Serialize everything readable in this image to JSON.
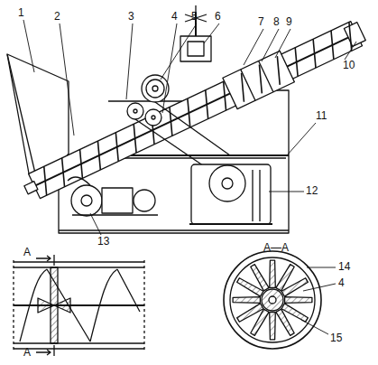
{
  "diagram": {
    "labels": [
      "1",
      "2",
      "3",
      "4",
      "5",
      "6",
      "7",
      "8",
      "9",
      "10",
      "11",
      "12",
      "13",
      "A",
      "A",
      "A—A",
      "14",
      "4",
      "15"
    ]
  }
}
